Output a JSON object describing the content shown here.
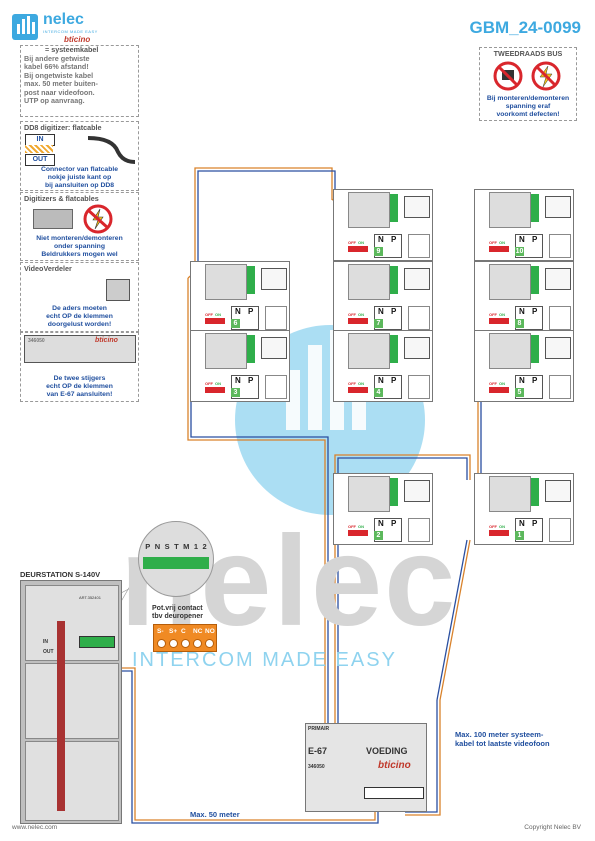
{
  "header": {
    "brand_name": "nelec",
    "brand_tagline": "INTERCOM MADE EASY",
    "brand_partner": "bticino",
    "doc_code": "GBM_24-0099"
  },
  "notes": {
    "systeemkabel": {
      "title": "= systeemkabel",
      "lines": [
        "Bij andere getwiste",
        "kabel 66% afstand!",
        "Bij ongetwiste kabel",
        "max. 50 meter buiten-",
        "post naar videofoon.",
        "UTP op aanvraag."
      ]
    },
    "dd8": {
      "title": "DD8 digitizer: flatcable",
      "in_label": "IN",
      "out_label": "OUT",
      "lines": [
        "Connector van flatcable",
        "nokje juiste kant op",
        "bij aansluiten op DD8"
      ]
    },
    "digitizers": {
      "title": "Digitizers & flatcables",
      "lines": [
        "Niet monteren/demonteren",
        "onder spanning",
        "Beldrukkers mogen wel"
      ]
    },
    "videoverdeler": {
      "title": "VideoVerdeler",
      "lines": [
        "De aders moeten",
        "echt OP de klemmen",
        "doorgelust worden!"
      ]
    },
    "stijgers": {
      "lines": [
        "De twee stijgers",
        "echt OP de klemmen",
        "van E-67 aansluiten!"
      ]
    },
    "tweedraads": {
      "title": "TWEEDRAADS BUS",
      "lines": [
        "Bij monteren/demonteren",
        "spanning eraf",
        "voorkomt defecten!"
      ]
    }
  },
  "devices": {
    "mini_article": "346050",
    "mini_brand": "bticino",
    "switch_off": "OFF",
    "switch_on": "ON",
    "n_label": "N",
    "p_label": "P",
    "units": [
      {
        "num": "1"
      },
      {
        "num": "2"
      },
      {
        "num": "3"
      },
      {
        "num": "4"
      },
      {
        "num": "5"
      },
      {
        "num": "6"
      },
      {
        "num": "7"
      },
      {
        "num": "8"
      },
      {
        "num": "9"
      },
      {
        "num": "10"
      }
    ]
  },
  "door": {
    "title": "DEURSTATION S-140V",
    "connector_labels": [
      "P",
      "N",
      "S",
      "T",
      "M",
      "1",
      "2"
    ],
    "contact_title_1": "Pot.vrij contact",
    "contact_title_2": "tbv deuropener",
    "contact_terms": [
      "S-",
      "S+",
      "C",
      "NC",
      "NO"
    ],
    "in_label": "IN",
    "out_label": "OUT",
    "module_article": "ART.352401"
  },
  "supply": {
    "primair": "PRIMAIR",
    "model": "E-67",
    "voeding": "VOEDING",
    "article": "346050",
    "brand": "bticino"
  },
  "annotations": {
    "max100_1": "Max. 100 meter systeem-",
    "max100_2": "kabel tot laatste videofoon",
    "max50": "Max. 50 meter"
  },
  "watermark": {
    "word": "nelec",
    "tagline": "INTERCOM MADE EASY"
  },
  "footer": {
    "url": "www.nelec.com",
    "copyright": "Copyright Nelec BV"
  },
  "colors": {
    "brand_blue": "#3da9e0",
    "note_blue": "#1f4e9e",
    "accent_orange": "#f08a24",
    "cable_orange": "#d9822b",
    "cable_blue": "#2a4fa0",
    "indicator_green": "#5cb85c"
  }
}
